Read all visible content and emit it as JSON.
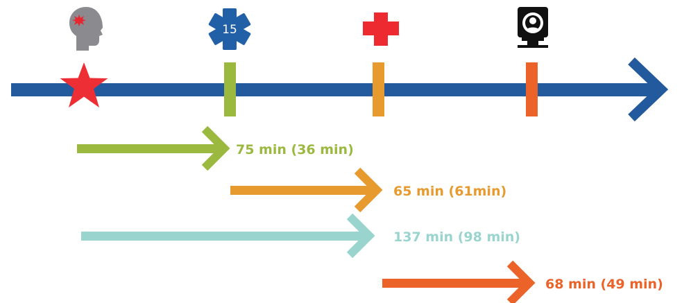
{
  "timeline": {
    "axis_color": "#23599d",
    "events": [
      {
        "icon": "brain-stroke-icon",
        "marker": "star-icon",
        "color": "#ee2e35"
      },
      {
        "icon": "star-of-life-icon",
        "icon_text": "15",
        "marker": "tick",
        "color": "#9bb83f"
      },
      {
        "icon": "red-cross-icon",
        "marker": "tick",
        "color": "#e79a2d"
      },
      {
        "icon": "mri-scanner-icon",
        "marker": "tick",
        "color": "#eb6328"
      }
    ]
  },
  "durations": [
    {
      "label": "75 min (36 min)",
      "color": "#9bb83f",
      "from": "onset",
      "to": "ems"
    },
    {
      "label": "65 min (61min)",
      "color": "#e79a2d",
      "from": "ems",
      "to": "hospital"
    },
    {
      "label": "137 min (98 min)",
      "color": "#99d4ce",
      "from": "onset",
      "to": "hospital"
    },
    {
      "label": "68 min (49 min)",
      "color": "#eb6328",
      "from": "hospital",
      "to": "imaging"
    }
  ]
}
